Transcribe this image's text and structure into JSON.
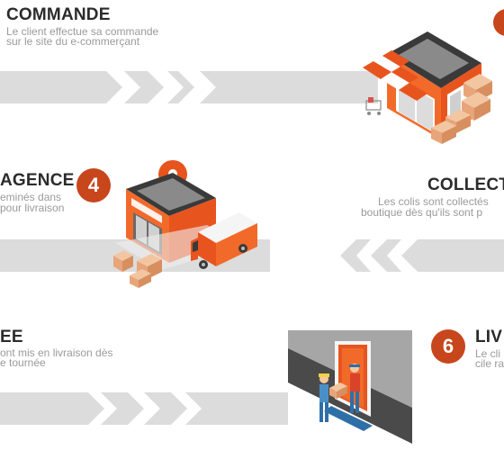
{
  "steps": [
    {
      "title": "COMMANDE",
      "desc_line1": "Le client effectue sa commande",
      "desc_line2": "sur le site du e-commerçant"
    },
    {
      "number": "4",
      "title": "AGENCE",
      "desc_line1": "eminés dans",
      "desc_line2": "pour livraison"
    },
    {
      "title": "COLLECT",
      "desc_line1": "Les colis sont collectés",
      "desc_line2": "boutique dès qu'ils sont p"
    },
    {
      "title": "EE",
      "desc_line1": "ont mis en livraison dès",
      "desc_line2": "e tournée"
    },
    {
      "number": "6",
      "title": "LIV",
      "desc_line1": "Le cli",
      "desc_line2": "cile ra"
    }
  ],
  "colors": {
    "accent": "#e8541e",
    "badge": "#c8461c",
    "band": "#dcdcdc",
    "dark_gray": "#3a3a3a",
    "text_gray": "#9a9a9a"
  },
  "icons": {
    "shop": "shop-illustration",
    "agency": "agency-illustration",
    "delivery": "delivery-illustration",
    "pin": "location-pin-icon"
  }
}
